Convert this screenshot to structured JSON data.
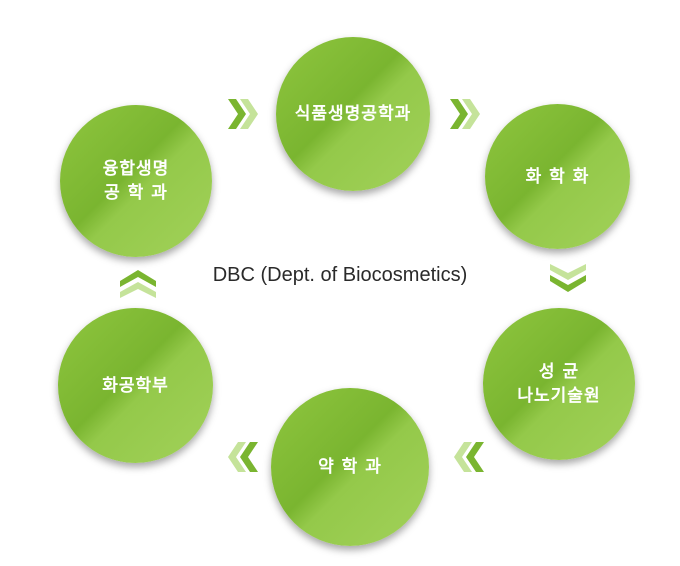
{
  "title": "DBC (Dept. of Biocosmetics)",
  "nodes": [
    {
      "id": "food",
      "label": "식품생명공학과"
    },
    {
      "id": "chem",
      "label": "화 학 화"
    },
    {
      "id": "nano",
      "label": "성 균\n나노기술원"
    },
    {
      "id": "pharm",
      "label": "약 학 과"
    },
    {
      "id": "chemeng",
      "label": "화공학부"
    },
    {
      "id": "fusion",
      "label": "융합생명\n공 학 과"
    }
  ],
  "colors": {
    "node_green": "#8fc63f",
    "arrow_green": "#7ab530",
    "arrow_light": "#c5e39a",
    "title_text": "#2a2a2a"
  },
  "icons": [
    "double-chevron-right-icon",
    "double-chevron-down-icon",
    "double-chevron-left-icon",
    "double-chevron-up-icon"
  ]
}
